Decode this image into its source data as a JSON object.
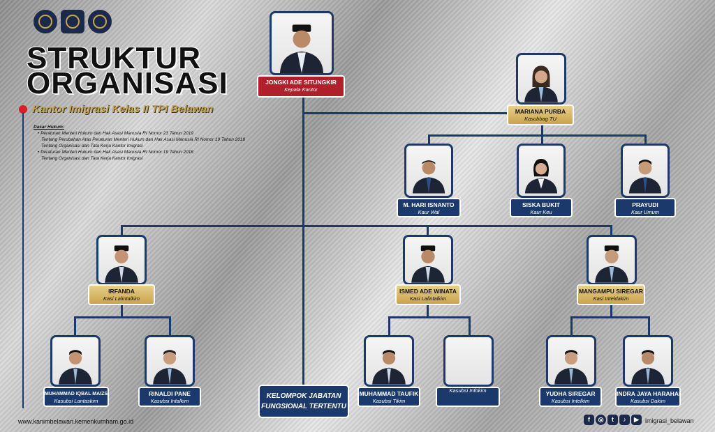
{
  "header": {
    "title_line1": "STRUKTUR",
    "title_line2": "ORGANISASI",
    "subtitle": "Kantor Imigrasi Kelas II TPI Belawan"
  },
  "legal": {
    "heading": "Dasar Hukum:",
    "lines": [
      "Peraturan Menteri Hukum dan Hak Asasi Manusia RI Nomor 23 Tahun 2019",
      "Tentang Perubahan Atas Peraturan Menteri Hukum dan Hak Asasi Manusia RI Nomor 19 Tahun 2018",
      "Tentang Organisasi dan Tata Kerja Kantor Imigrasi",
      "Peraturan Menteri Hukum dan Hak Asasi Manusia RI Nomor 19 Tahun 2018",
      "Tentang Organisasi dan Tata Kerja Kantor Imigrasi"
    ]
  },
  "org": {
    "kepala": {
      "name": "JONGKI ADE SITUNGKIR",
      "role": "Kepala Kantor"
    },
    "kasubbag": {
      "name": "MARIANA PURBA",
      "role": "Kasubbag TU"
    },
    "kaur_wal": {
      "name": "M. HARI ISNANTO",
      "role": "Kaur Wal"
    },
    "kaur_keu": {
      "name": "SISKA BUKIT",
      "role": "Kaur Keu"
    },
    "kaur_umum": {
      "name": "PRAYUDI",
      "role": "Kaur Umum"
    },
    "kasi1": {
      "name": "IRFANDA",
      "role": "Kasi Lalintalkim"
    },
    "kasi2": {
      "name": "ISMED ADE WINATA",
      "role": "Kasi Lalintalkim"
    },
    "kasi3": {
      "name": "MANGAMPU SIREGAR",
      "role": "Kasi Inteldakim"
    },
    "sub1": {
      "name": "MUHAMMAD IQBAL MAIZS",
      "role": "Kasubsi Lantaskim"
    },
    "sub2": {
      "name": "RINALDI PANE",
      "role": "Kasubsi Intalkim"
    },
    "sub3": {
      "name": "MUHAMMAD TAUFIK",
      "role": "Kasubsi Tikim"
    },
    "sub4": {
      "name": "",
      "role": "Kasubsi Infokim"
    },
    "sub5": {
      "name": "YUDHA SIREGAR",
      "role": "Kasubsi Intelkim"
    },
    "sub6": {
      "name": "INDRA JAYA HARAHAP",
      "role": "Kasubsi Dakim"
    },
    "fungsional_line1": "KELOMPOK JABATAN",
    "fungsional_line2": "FUNGSIONAL TERTENTU"
  },
  "footer": {
    "url": "www.kanimbelawan.kemenkumham.go.id",
    "handle": "imigrasi_belawan",
    "social_icons": [
      "facebook-icon",
      "instagram-icon",
      "twitter-icon",
      "tiktok-icon",
      "youtube-icon"
    ]
  },
  "colors": {
    "navy": "#1b3a6b",
    "gold": "#c9a44c",
    "red": "#b0202a"
  }
}
